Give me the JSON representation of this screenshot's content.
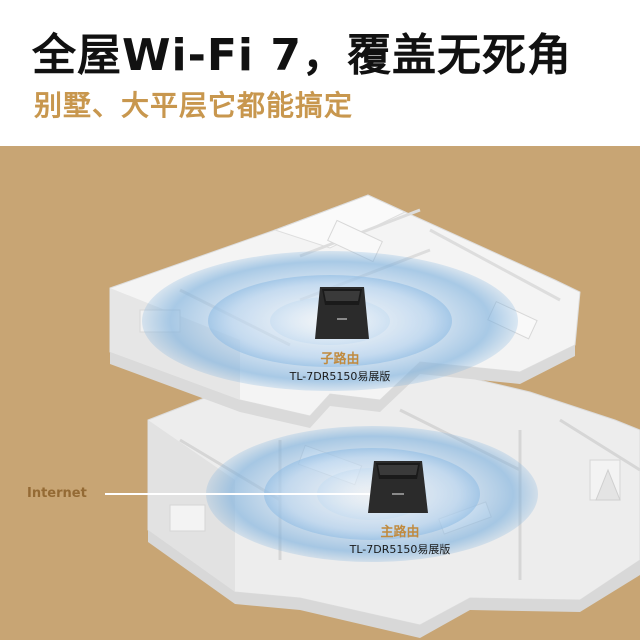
{
  "header": {
    "title": "全屋Wi-Fi 7，覆盖无死角",
    "subtitle": "别墅、大平层它都能搞定"
  },
  "colors": {
    "background_tan": "#c8a574",
    "accent_gold": "#c8974e",
    "signal_blue": "#7fb2de",
    "router_black": "#2a2a2a",
    "floor_white": "#f2f2f2"
  },
  "satellite_router": {
    "role": "子路由",
    "model": "TL-7DR5150易展版",
    "icon": "router-icon"
  },
  "main_router": {
    "role": "主路由",
    "model": "TL-7DR5150易展版",
    "icon": "router-icon"
  },
  "internet": {
    "label": "Internet"
  }
}
